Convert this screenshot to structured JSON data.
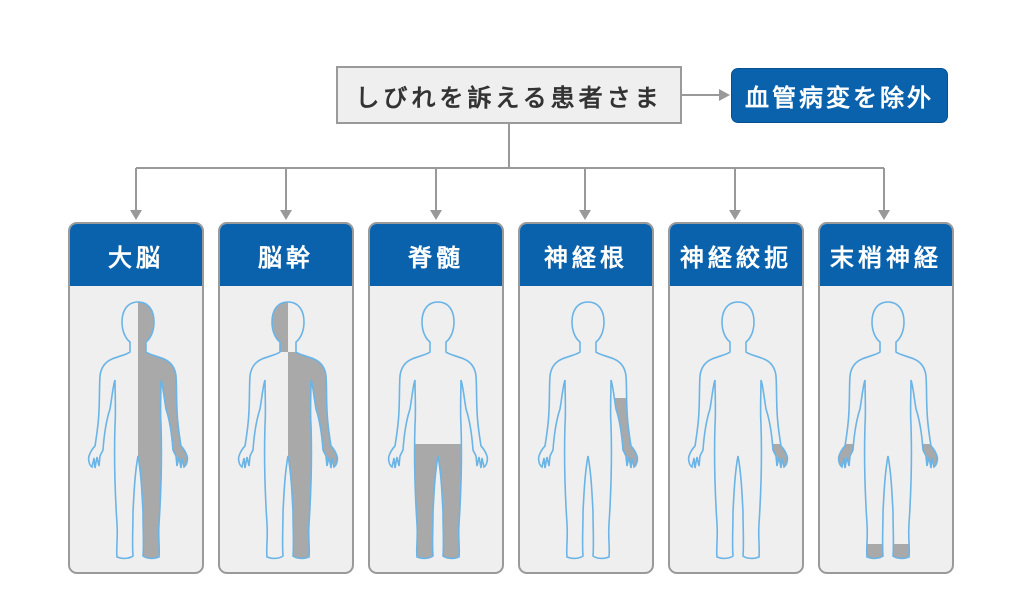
{
  "root": {
    "label": "しびれを訴える患者さま"
  },
  "exclusion": {
    "label": "血管病変を除外"
  },
  "categories": [
    {
      "label": "大脳"
    },
    {
      "label": "脳幹"
    },
    {
      "label": "脊髄"
    },
    {
      "label": "神経根"
    },
    {
      "label": "神経絞扼"
    },
    {
      "label": "末梢神経"
    }
  ],
  "colors": {
    "accent": "#0a62ad",
    "outline": "#6ab4e6",
    "shade": "#a9a9a9",
    "connector": "#999999"
  }
}
